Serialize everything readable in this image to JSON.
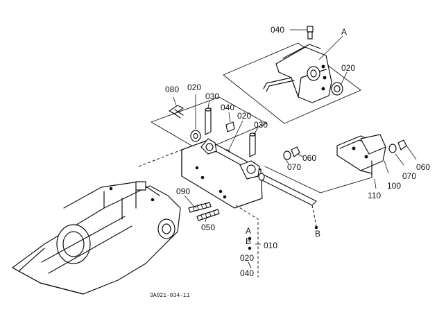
{
  "labels": {
    "l040_top": "040",
    "l_A_top": "A",
    "l020_right": "020",
    "l080": "080",
    "l020_a": "020",
    "l030_a": "030",
    "l040_mid": "040",
    "l020_b": "020",
    "l030_b": "030",
    "l060_a": "060",
    "l070_a": "070",
    "l090": "090",
    "l050": "050",
    "l_B_right": "B",
    "l_A_bracket": "A",
    "l_B_bracket": "B",
    "l010": "010",
    "l020_bracket": "020",
    "l040_bracket": "040",
    "l110": "110",
    "l100": "100",
    "l070_b": "070",
    "l060_b": "060"
  },
  "drawing_code": "3A021-034-11"
}
